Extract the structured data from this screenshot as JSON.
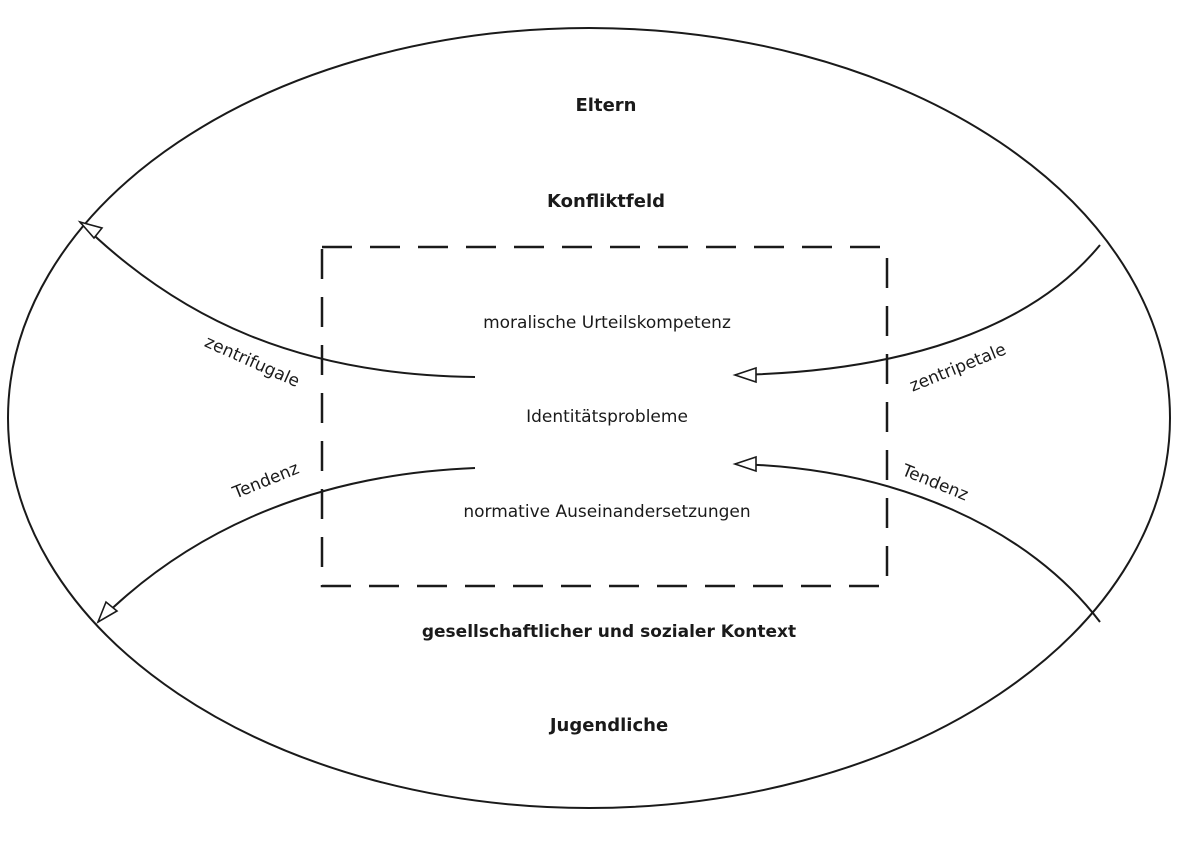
{
  "diagram": {
    "outer_top_label": "Eltern",
    "outer_bottom_label": "Jugendliche",
    "field_label": "Konfliktfeld",
    "context_label": "gesellschaftlicher und sozialer Kontext",
    "box": {
      "top_label": "moralische Urteilskompetenz",
      "center_label": "Identitätsprobleme",
      "bottom_label": "normative Auseinandersetzungen"
    },
    "left_arrows": {
      "label_1": "zentrifugale",
      "label_2": "Tendenz"
    },
    "right_arrows": {
      "label_1": "zentripetale",
      "label_2": "Tendenz"
    }
  }
}
